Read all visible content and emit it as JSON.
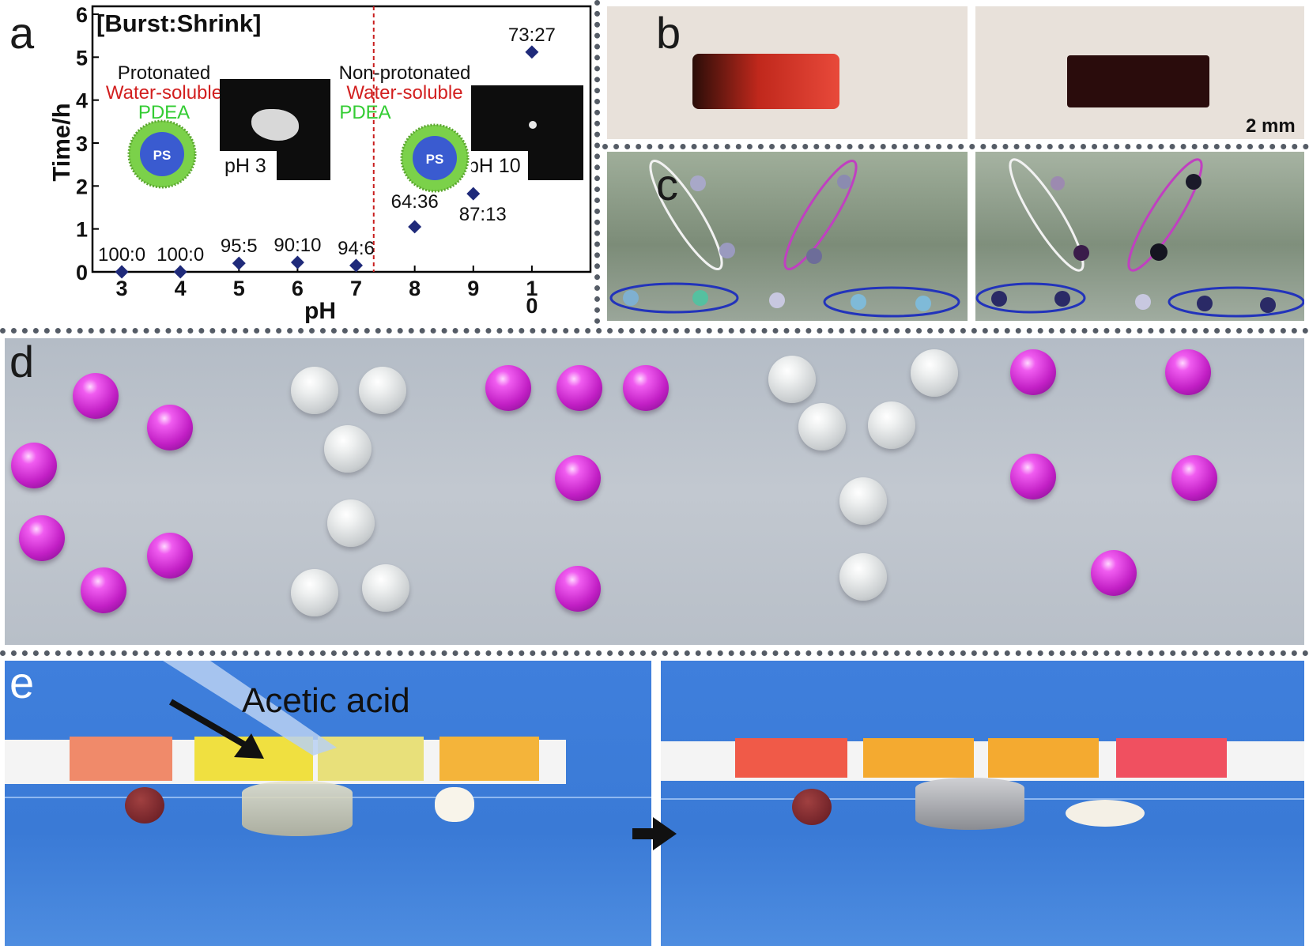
{
  "panels": {
    "a": "a",
    "b": "b",
    "c": "c",
    "d": "d",
    "e": "e"
  },
  "panel_a": {
    "header": "[Burst:Shrink]",
    "left_labels": [
      "Protonated",
      "Water-soluble",
      "PDEA"
    ],
    "right_labels": [
      "Non-protonated",
      "Water-soluble",
      "PDEA"
    ],
    "particle_core": "PS",
    "inset_left": "pH 3",
    "inset_right": "pH 10",
    "colors": {
      "marker": "#1f2a7a",
      "divider": "#c81e1e",
      "red_text": "#d21f1f",
      "green_text": "#33cc33",
      "core": "#3a5bd0"
    }
  },
  "chart_data": {
    "type": "scatter",
    "x": [
      3,
      4,
      5,
      6,
      7,
      8,
      9,
      10
    ],
    "y": [
      0,
      0,
      0.2,
      0.22,
      0.15,
      1.05,
      1.82,
      5.12
    ],
    "point_labels": [
      "100:0",
      "100:0",
      "95:5",
      "90:10",
      "94:6",
      "64:36",
      "87:13",
      "73:27"
    ],
    "xlabel": "pH",
    "ylabel": "Time/h",
    "x_tick_labels": [
      "3",
      "4",
      "5",
      "6",
      "7",
      "8",
      "9",
      "1\n0"
    ],
    "y_tick_labels": [
      "0",
      "1",
      "2",
      "3",
      "4",
      "5",
      "6"
    ],
    "ylim": [
      0,
      6
    ],
    "xlim": [
      2.5,
      11
    ],
    "divider_x": 7.3,
    "grid": false
  },
  "panel_b": {
    "scale_bar": "2 mm"
  },
  "panel_e": {
    "annotation": "Acetic acid"
  }
}
